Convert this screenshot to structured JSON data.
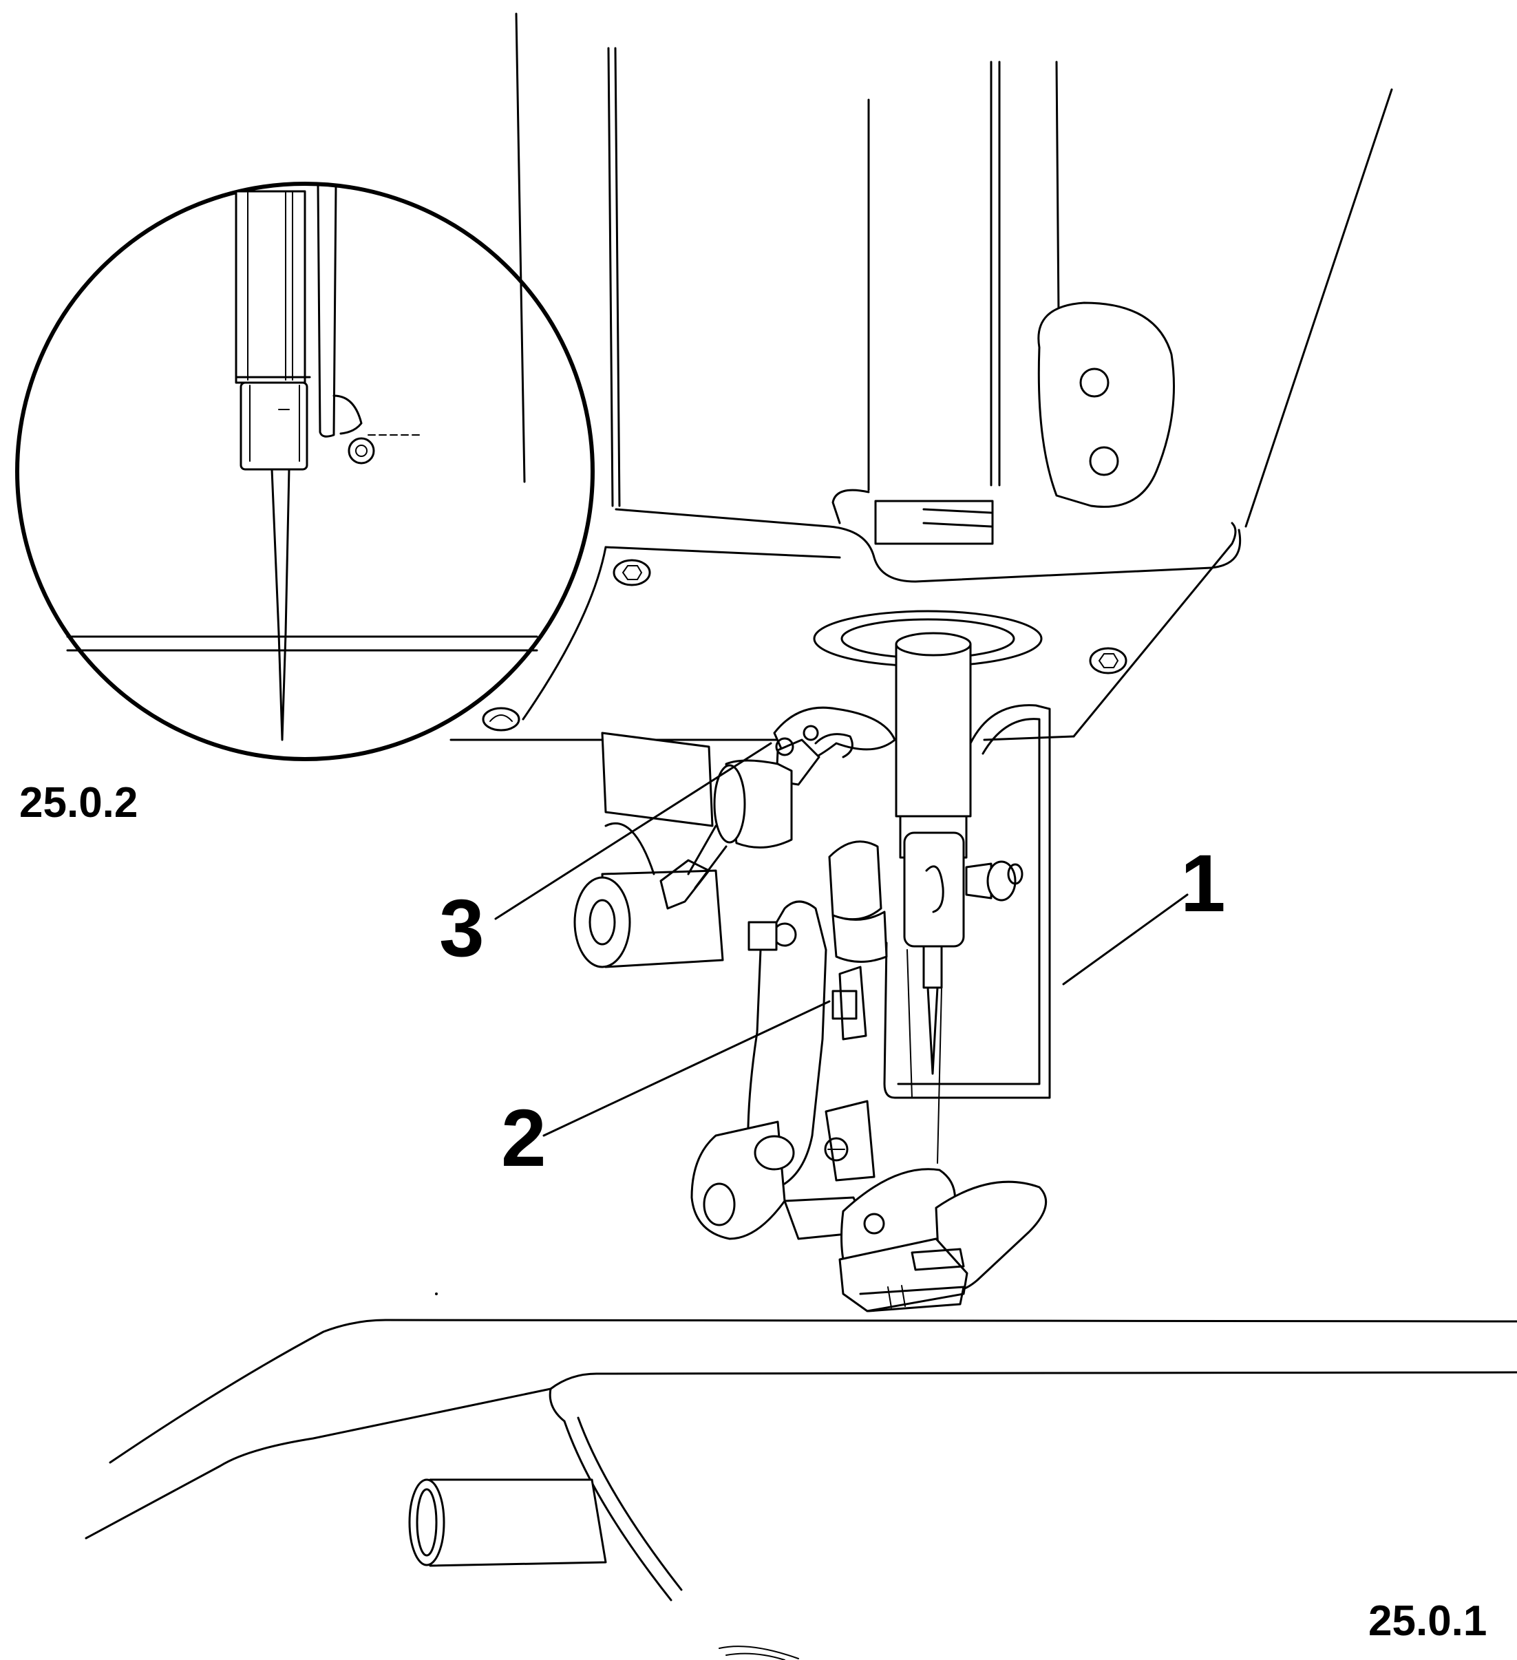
{
  "figure_labels": {
    "detail": "25.0.2",
    "main": "25.0.1"
  },
  "callouts": [
    {
      "id": "1",
      "text": "1"
    },
    {
      "id": "2",
      "text": "2"
    },
    {
      "id": "3",
      "text": "3"
    }
  ]
}
